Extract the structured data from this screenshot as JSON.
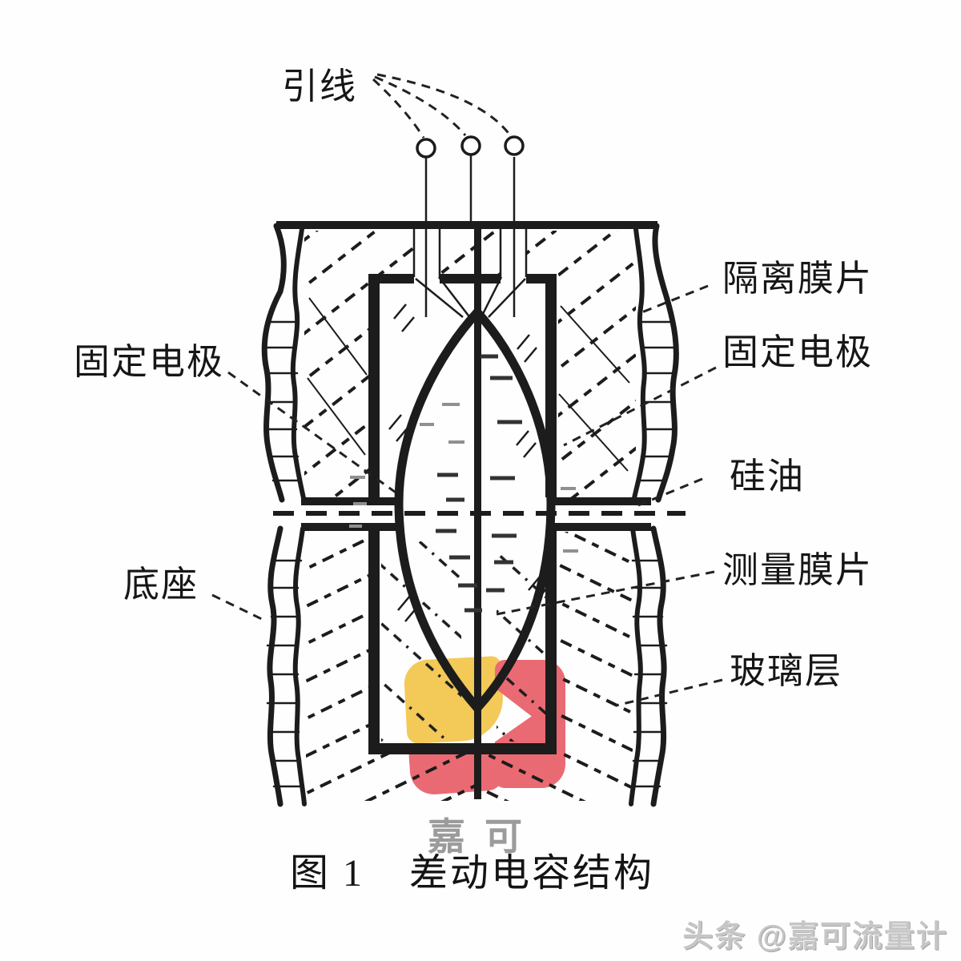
{
  "figure": {
    "caption": {
      "prefix": "图 1",
      "title": "差动电容结构"
    },
    "labels": {
      "lead_wire": "引线",
      "isolation_diaphragm": "隔离膜片",
      "fixed_electrode_right": "固定电极",
      "fixed_electrode_left": "固定电极",
      "silicone_oil": "硅油",
      "measuring_diaphragm": "测量膜片",
      "glass_layer": "玻璃层",
      "base": "底座"
    }
  },
  "watermark": {
    "logo_text": "嘉可",
    "logo_yellow": "#f3c74f",
    "logo_red": "#e9636c",
    "credit": "头条 @嘉可流量计"
  },
  "colors": {
    "line": "#1c1c1c",
    "label_text": "#161616",
    "watermark_gray": "#9b9b9b",
    "credit_gray": "#c6c6c6"
  }
}
